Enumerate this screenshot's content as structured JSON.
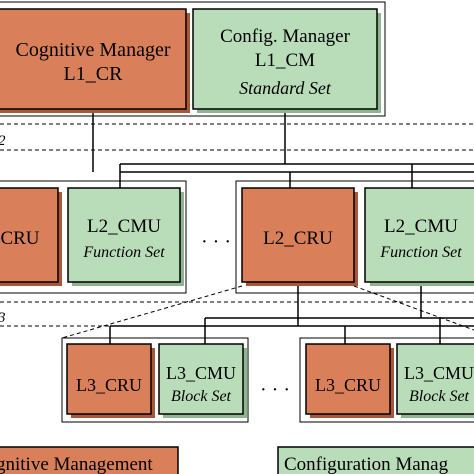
{
  "colors": {
    "cognitive_fill": "#d9805a",
    "cognitive_shade": "#a8583a",
    "config_fill": "#b9dcb9",
    "config_shade": "#8fb58f",
    "line": "#000000"
  },
  "level_markers": {
    "l2": "2",
    "l3": "3"
  },
  "level1": {
    "cognitive": {
      "line1": "Cognitive Manager",
      "line2": "L1_CR"
    },
    "config": {
      "line1": "Config. Manager",
      "line2": "L1_CM",
      "line3": "Standard Set"
    }
  },
  "level2": {
    "left_cru": "CRU",
    "left_cmu": {
      "line1": "L2_CMU",
      "line2": "Function Set"
    },
    "ellipsis": "· · ·",
    "right_cru": "L2_CRU",
    "right_cmu": {
      "line1": "L2_CMU",
      "line2": "Function Set"
    }
  },
  "level3": {
    "left_cru": "L3_CRU",
    "left_cmu": {
      "line1": "L3_CMU",
      "line2": "Block Set"
    },
    "ellipsis": "· · ·",
    "right_cru": "L3_CRU",
    "right_cmu": {
      "line1": "L3_CMU",
      "line2": "Block Set"
    }
  },
  "bottom": {
    "cognitive_label": "gnitive Management",
    "config_label": "Configuration Manag"
  }
}
